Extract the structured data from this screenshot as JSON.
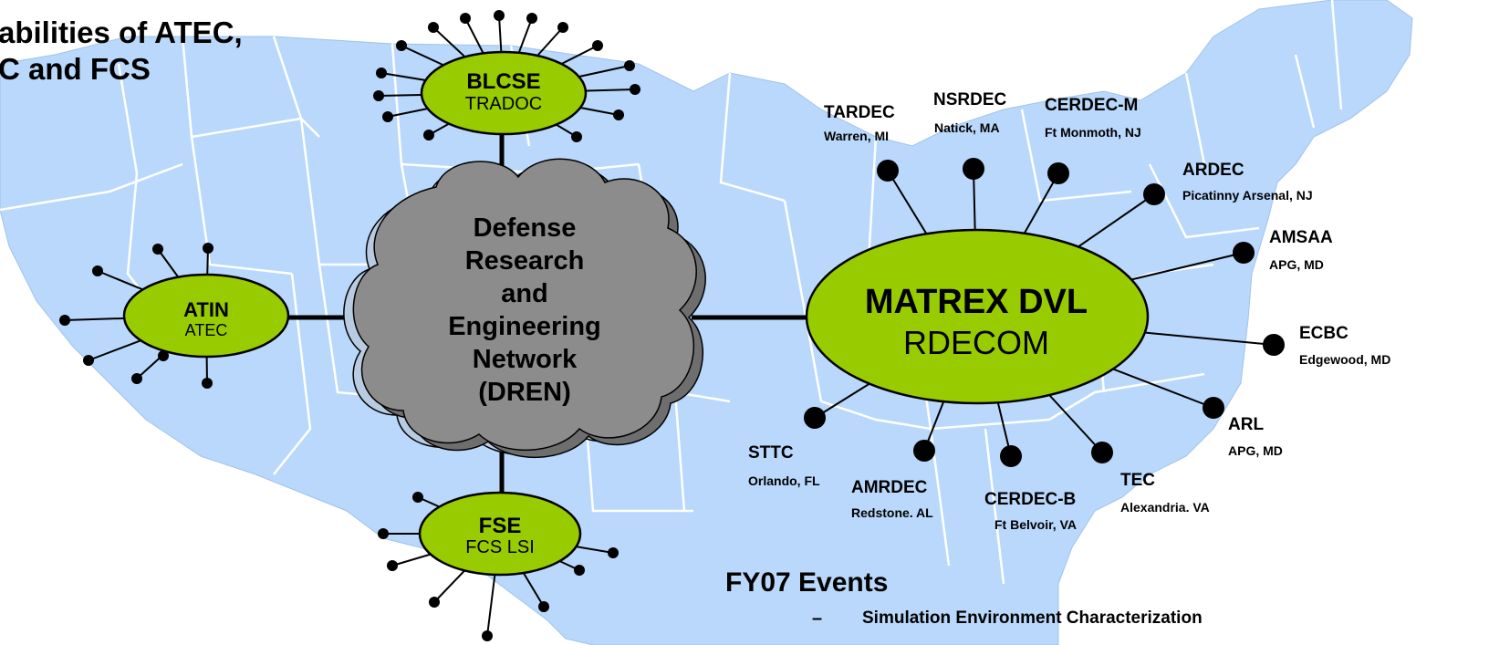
{
  "title": {
    "line1": "abilities of ATEC,",
    "line2": "C and FCS"
  },
  "cloud": {
    "lines": [
      "Defense",
      "Research",
      "and",
      "Engineering",
      "Network",
      "(DREN)"
    ]
  },
  "hubs": {
    "blcse": {
      "name": "BLCSE",
      "sub": "TRADOC"
    },
    "atin": {
      "name": "ATIN",
      "sub": "ATEC"
    },
    "fse": {
      "name": "FSE",
      "sub": "FCS LSI"
    },
    "matrex": {
      "name": "MATREX DVL",
      "sub": "RDECOM"
    }
  },
  "sites": [
    {
      "name": "TARDEC",
      "location": "Warren, MI"
    },
    {
      "name": "NSRDEC",
      "location": "Natick, MA"
    },
    {
      "name": "CERDEC-M",
      "location": "Ft Monmoth, NJ"
    },
    {
      "name": "ARDEC",
      "location": "Picatinny Arsenal, NJ"
    },
    {
      "name": "AMSAA",
      "location": "APG, MD"
    },
    {
      "name": "ECBC",
      "location": "Edgewood, MD"
    },
    {
      "name": "ARL",
      "location": "APG, MD"
    },
    {
      "name": "TEC",
      "location": "Alexandria. VA"
    },
    {
      "name": "CERDEC-B",
      "location": "Ft Belvoir, VA"
    },
    {
      "name": "AMRDEC",
      "location": "Redstone. AL"
    },
    {
      "name": "STTC",
      "location": "Orlando, FL"
    }
  ],
  "events": {
    "heading": "FY07 Events",
    "bullet": "–",
    "item": "Simulation Environment Characterization"
  },
  "colors": {
    "map_fill": "#b9d8fb",
    "map_border": "#ffffff",
    "hub_fill": "#99cc00",
    "cloud_fill": "#8c8c8c",
    "cloud_back": "#b8cbe0",
    "link": "#000000"
  }
}
